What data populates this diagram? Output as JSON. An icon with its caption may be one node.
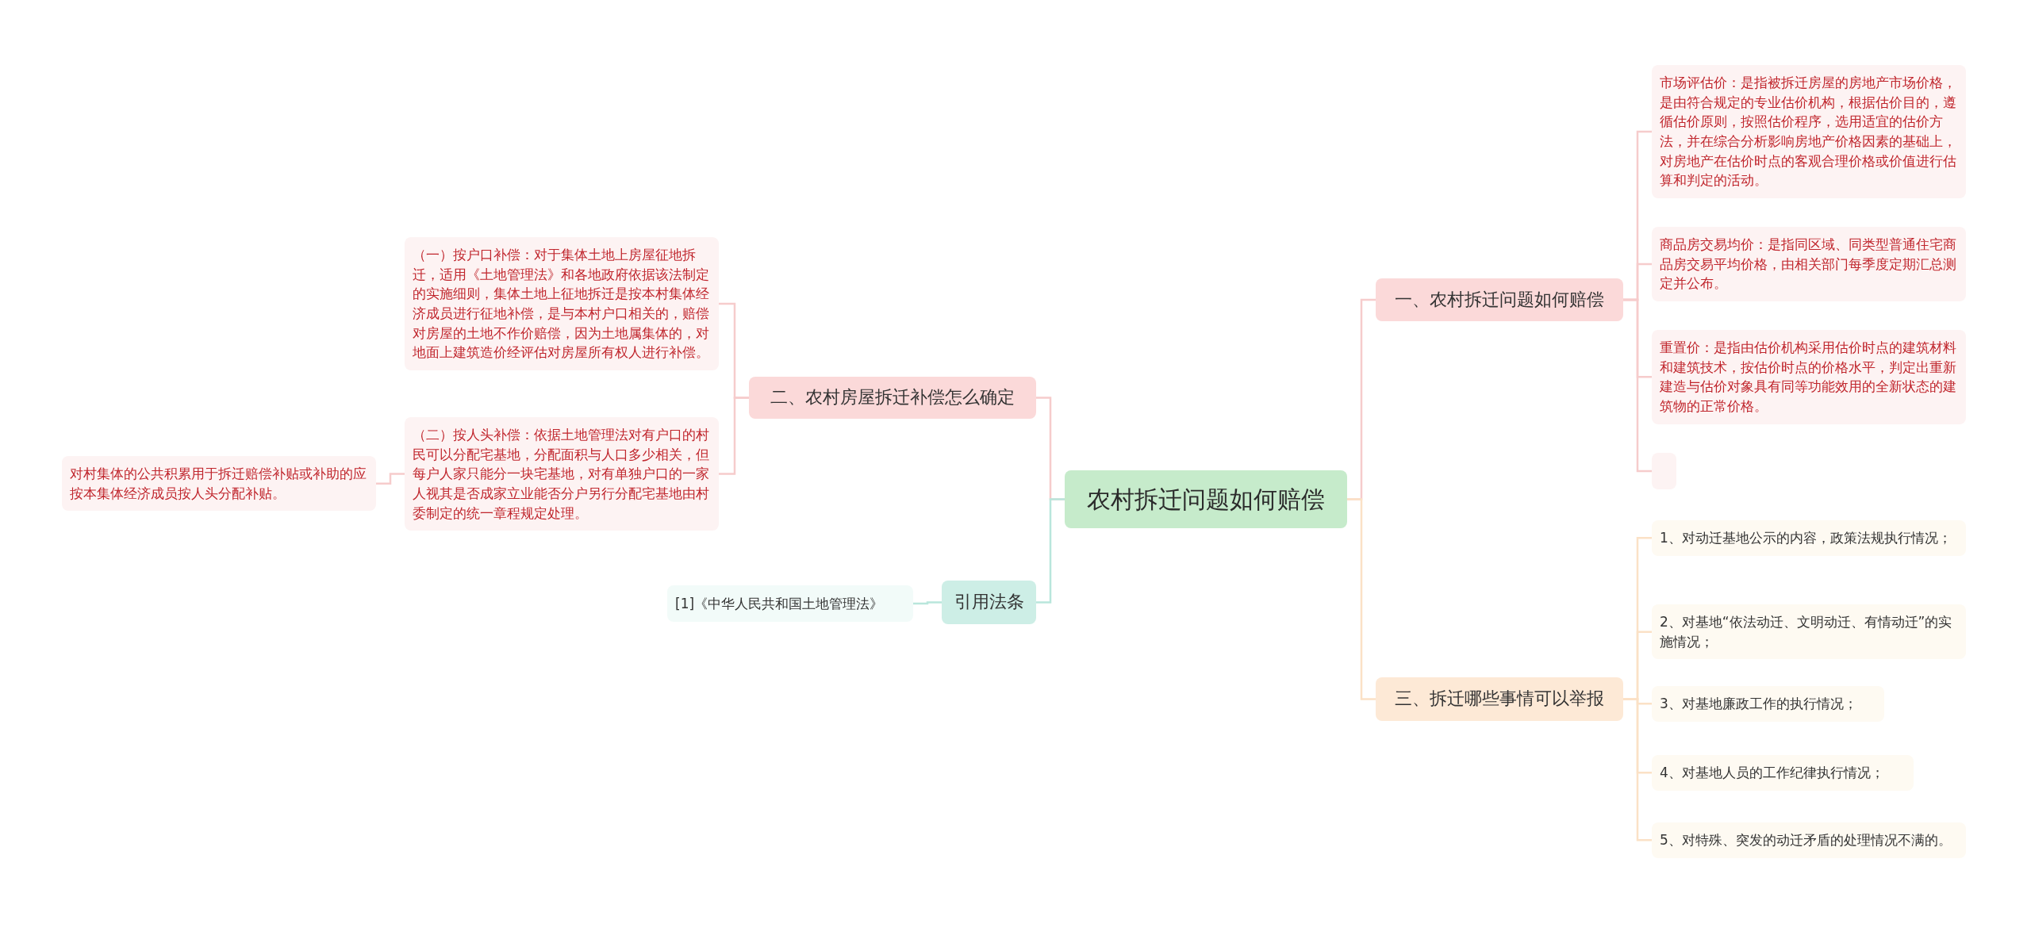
{
  "diagram": {
    "nodes": [
      {
        "text": [
          "农村拆迁问题如何赔偿"
        ]
      },
      {
        "text": [
          "二、农村房屋拆迁补偿怎么确定"
        ]
      },
      {
        "text": [
          "（一）按户口补偿：对于集体土地上房屋征地拆迁，适用《土地管理法》和各地政府依据该法制定的实施细则，集体土地上征地拆迁是按本村集体经济成员进行征地补偿，是与本村户口相关的，赔偿对房屋的土地不作价赔偿，因为土地属集体的，对地面上建筑造价经评估对房屋所有权人进行补偿。"
        ]
      },
      {
        "text": [
          "（二）按人头补偿：依据土地管理法对有户口的村民可以分配宅基地，分配面积与人口多少相关，但每户人家只能分一块宅基地，对有单独户口的一家人视其是否成家立业能否分户另行分配宅基地由村委制定的统一章程规定处理。"
        ]
      },
      {
        "text": [
          "对村集体的公共积累用于拆迁赔偿补贴或补助的应按本集体经济成员按人头分配补贴。"
        ]
      },
      {
        "text": [
          "引用法条"
        ]
      },
      {
        "text": [
          "[1]《中华人民共和国土地管理法》"
        ]
      },
      {
        "text": [
          "一、农村拆迁问题如何赔偿"
        ]
      },
      {
        "text": [
          "市场评估价：是指被拆迁房屋的房地产市场价格，是由符合规定的专业估价机构，根据估价目的，遵循估价原则，按照估价程序，选用适宜的估价方法，并在综合分析影响房地产价格因素的基础上，对房地产在估价时点的客观合理价格或价值进行估算和判定的活动。"
        ]
      },
      {
        "text": [
          "商品房交易均价：是指同区域、同类型普通住宅商品房交易平均价格，由相关部门每季度定期汇总测定并公布。"
        ]
      },
      {
        "text": [
          "重置价：是指由估价机构采用估价时点的建筑材料和建筑技术，按估价时点的价格水平，判定出重新建造与估价对象具有同等功能效用的全新状态的建筑物的正常价格。"
        ]
      },
      {
        "text": [],
        "shape": "box"
      },
      {
        "text": [
          "三、拆迁哪些事情可以举报"
        ]
      },
      {
        "text": [
          "1、对动迁基地公示的内容，政策法规执行情况；"
        ]
      },
      {
        "text": [
          "2、对基地“依法动迁、文明动迁、有情动迁”的实施情况；"
        ]
      },
      {
        "text": [
          "3、对基地廉政工作的执行情况；"
        ]
      },
      {
        "text": [
          "4、对基地人员的工作纪律执行情况；"
        ]
      },
      {
        "text": [
          "5、对特殊、突发的动迁矛盾的处理情况不满的。"
        ]
      }
    ],
    "edges": [
      {
        "from": 0,
        "to": 1,
        "arrow": "none"
      },
      {
        "from": 1,
        "to": 2,
        "arrow": "none"
      },
      {
        "from": 1,
        "to": 3,
        "arrow": "none"
      },
      {
        "from": 3,
        "to": 4,
        "arrow": "none"
      },
      {
        "from": 0,
        "to": 5,
        "arrow": "none",
        "color": "#b9e6dc"
      },
      {
        "from": 5,
        "to": 6,
        "arrow": "none",
        "color": "#b9e6dc"
      },
      {
        "from": 0,
        "to": 7,
        "arrow": "none"
      },
      {
        "from": 7,
        "to": 8,
        "arrow": "none"
      },
      {
        "from": 7,
        "to": 9,
        "arrow": "none"
      },
      {
        "from": 7,
        "to": 10,
        "arrow": "none"
      },
      {
        "from": 7,
        "to": 11,
        "arrow": "none"
      },
      {
        "from": 0,
        "to": 12,
        "arrow": "none",
        "color": "#fbe1c6"
      },
      {
        "from": 12,
        "to": 13,
        "arrow": "none",
        "color": "#fbe1c6"
      },
      {
        "from": 12,
        "to": 14,
        "arrow": "none",
        "color": "#fbe1c6"
      },
      {
        "from": 12,
        "to": 15,
        "arrow": "none",
        "color": "#fbe1c6"
      },
      {
        "from": 12,
        "to": 16,
        "arrow": "none",
        "color": "#fbe1c6"
      },
      {
        "from": 12,
        "to": 17,
        "arrow": "none",
        "color": "#fbe1c6"
      }
    ]
  }
}
